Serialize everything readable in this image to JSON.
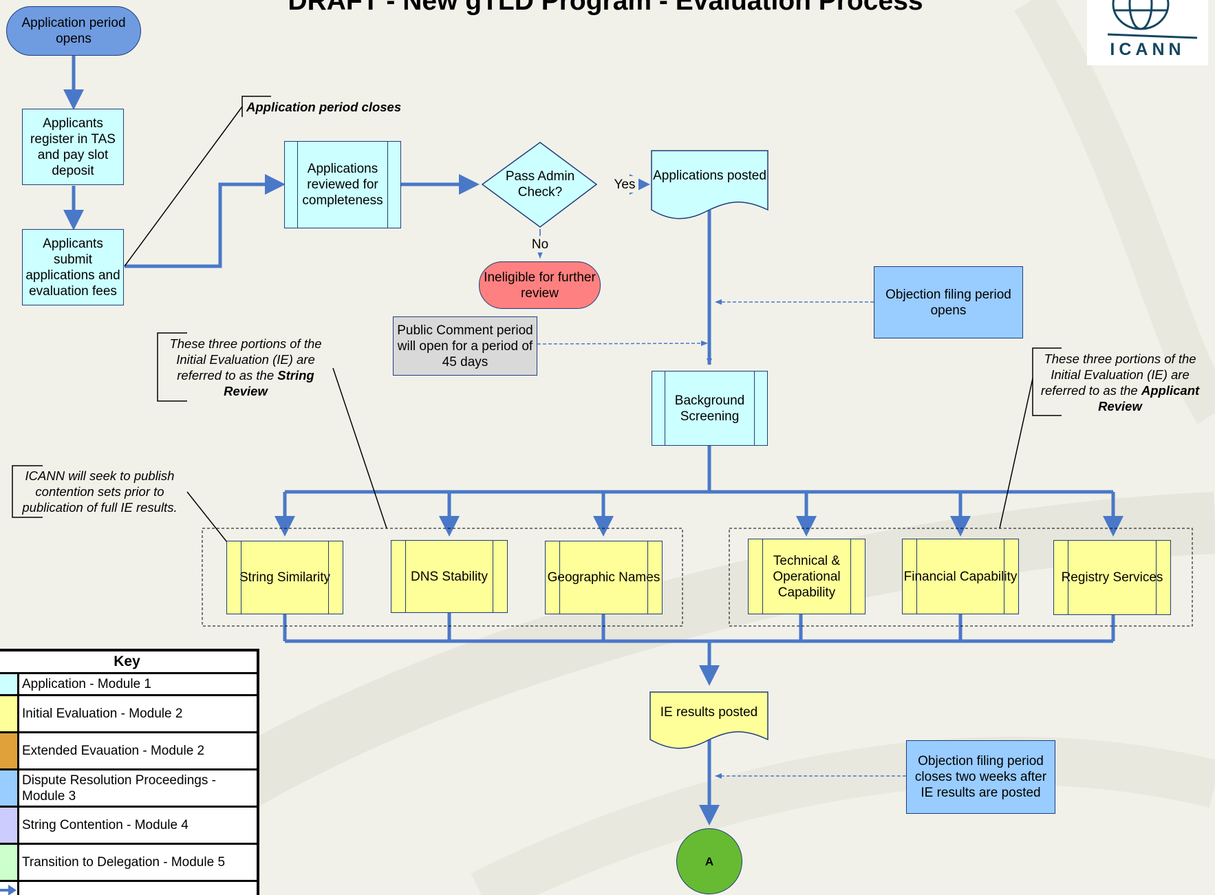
{
  "title": "DRAFT - New gTLD Program - Evaluation Process",
  "logo_text": "ICANN",
  "colors": {
    "flow_line": "#4a78c8",
    "application": "#ccffff",
    "initial_evaluation": "#ffff99",
    "extended_evaluation": "#e0a13a",
    "dispute": "#99ccff",
    "contention": "#ccccff",
    "transition": "#ccffcc",
    "ineligible": "#ff8080",
    "public_comment": "#d9d9d9",
    "start": "#6f9be0",
    "end": "#66bb33"
  },
  "nodes": {
    "start": "Application period opens",
    "register": "Applicants register in TAS and pay slot deposit",
    "submit": "Applicants submit applications and evaluation fees",
    "period_closes": "Application period closes",
    "reviewed": "Applications reviewed for completeness",
    "admin_check": "Pass Admin Check?",
    "yes": "Yes",
    "no": "No",
    "ineligible": "Ineligible for further review",
    "posted": "Applications posted",
    "objection_opens": "Objection filing period opens",
    "public_comment": "Public Comment period will open for a period of 45 days",
    "background": "Background Screening",
    "string_similarity": "String Similarity",
    "dns_stability": "DNS Stability",
    "geographic_names": "Geographic Names",
    "technical": "Technical & Operational Capability",
    "financial": "Financial Capability",
    "registry": "Registry Services",
    "ie_results": "IE results posted",
    "objection_closes": "Objection filing period closes two weeks after IE results are posted",
    "connector_a": "A"
  },
  "notes": {
    "string_review_pre": "These three portions of the Initial Evaluation (IE) are referred to as the ",
    "string_review_bold": "String Review",
    "applicant_review_pre": "These three portions of the Initial Evaluation (IE) are referred to as the ",
    "applicant_review_bold": "Applicant Review",
    "contention": "ICANN will seek to publish contention sets prior to publication of full IE results."
  },
  "key": {
    "title": "Key",
    "items": [
      {
        "label": "Application - Module 1",
        "color": "#ccffff"
      },
      {
        "label": "Initial Evaluation - Module 2",
        "color": "#ffff99"
      },
      {
        "label": "Extended Evauation - Module 2",
        "color": "#e0a13a"
      },
      {
        "label": "Dispute Resolution Proceedings - Module 3",
        "color": "#99ccff"
      },
      {
        "label": "String Contention - Module 4",
        "color": "#ccccff"
      },
      {
        "label": "Transition to Delegation - Module 5",
        "color": "#ccffcc"
      },
      {
        "label": "",
        "color": "#ffffff"
      }
    ]
  }
}
